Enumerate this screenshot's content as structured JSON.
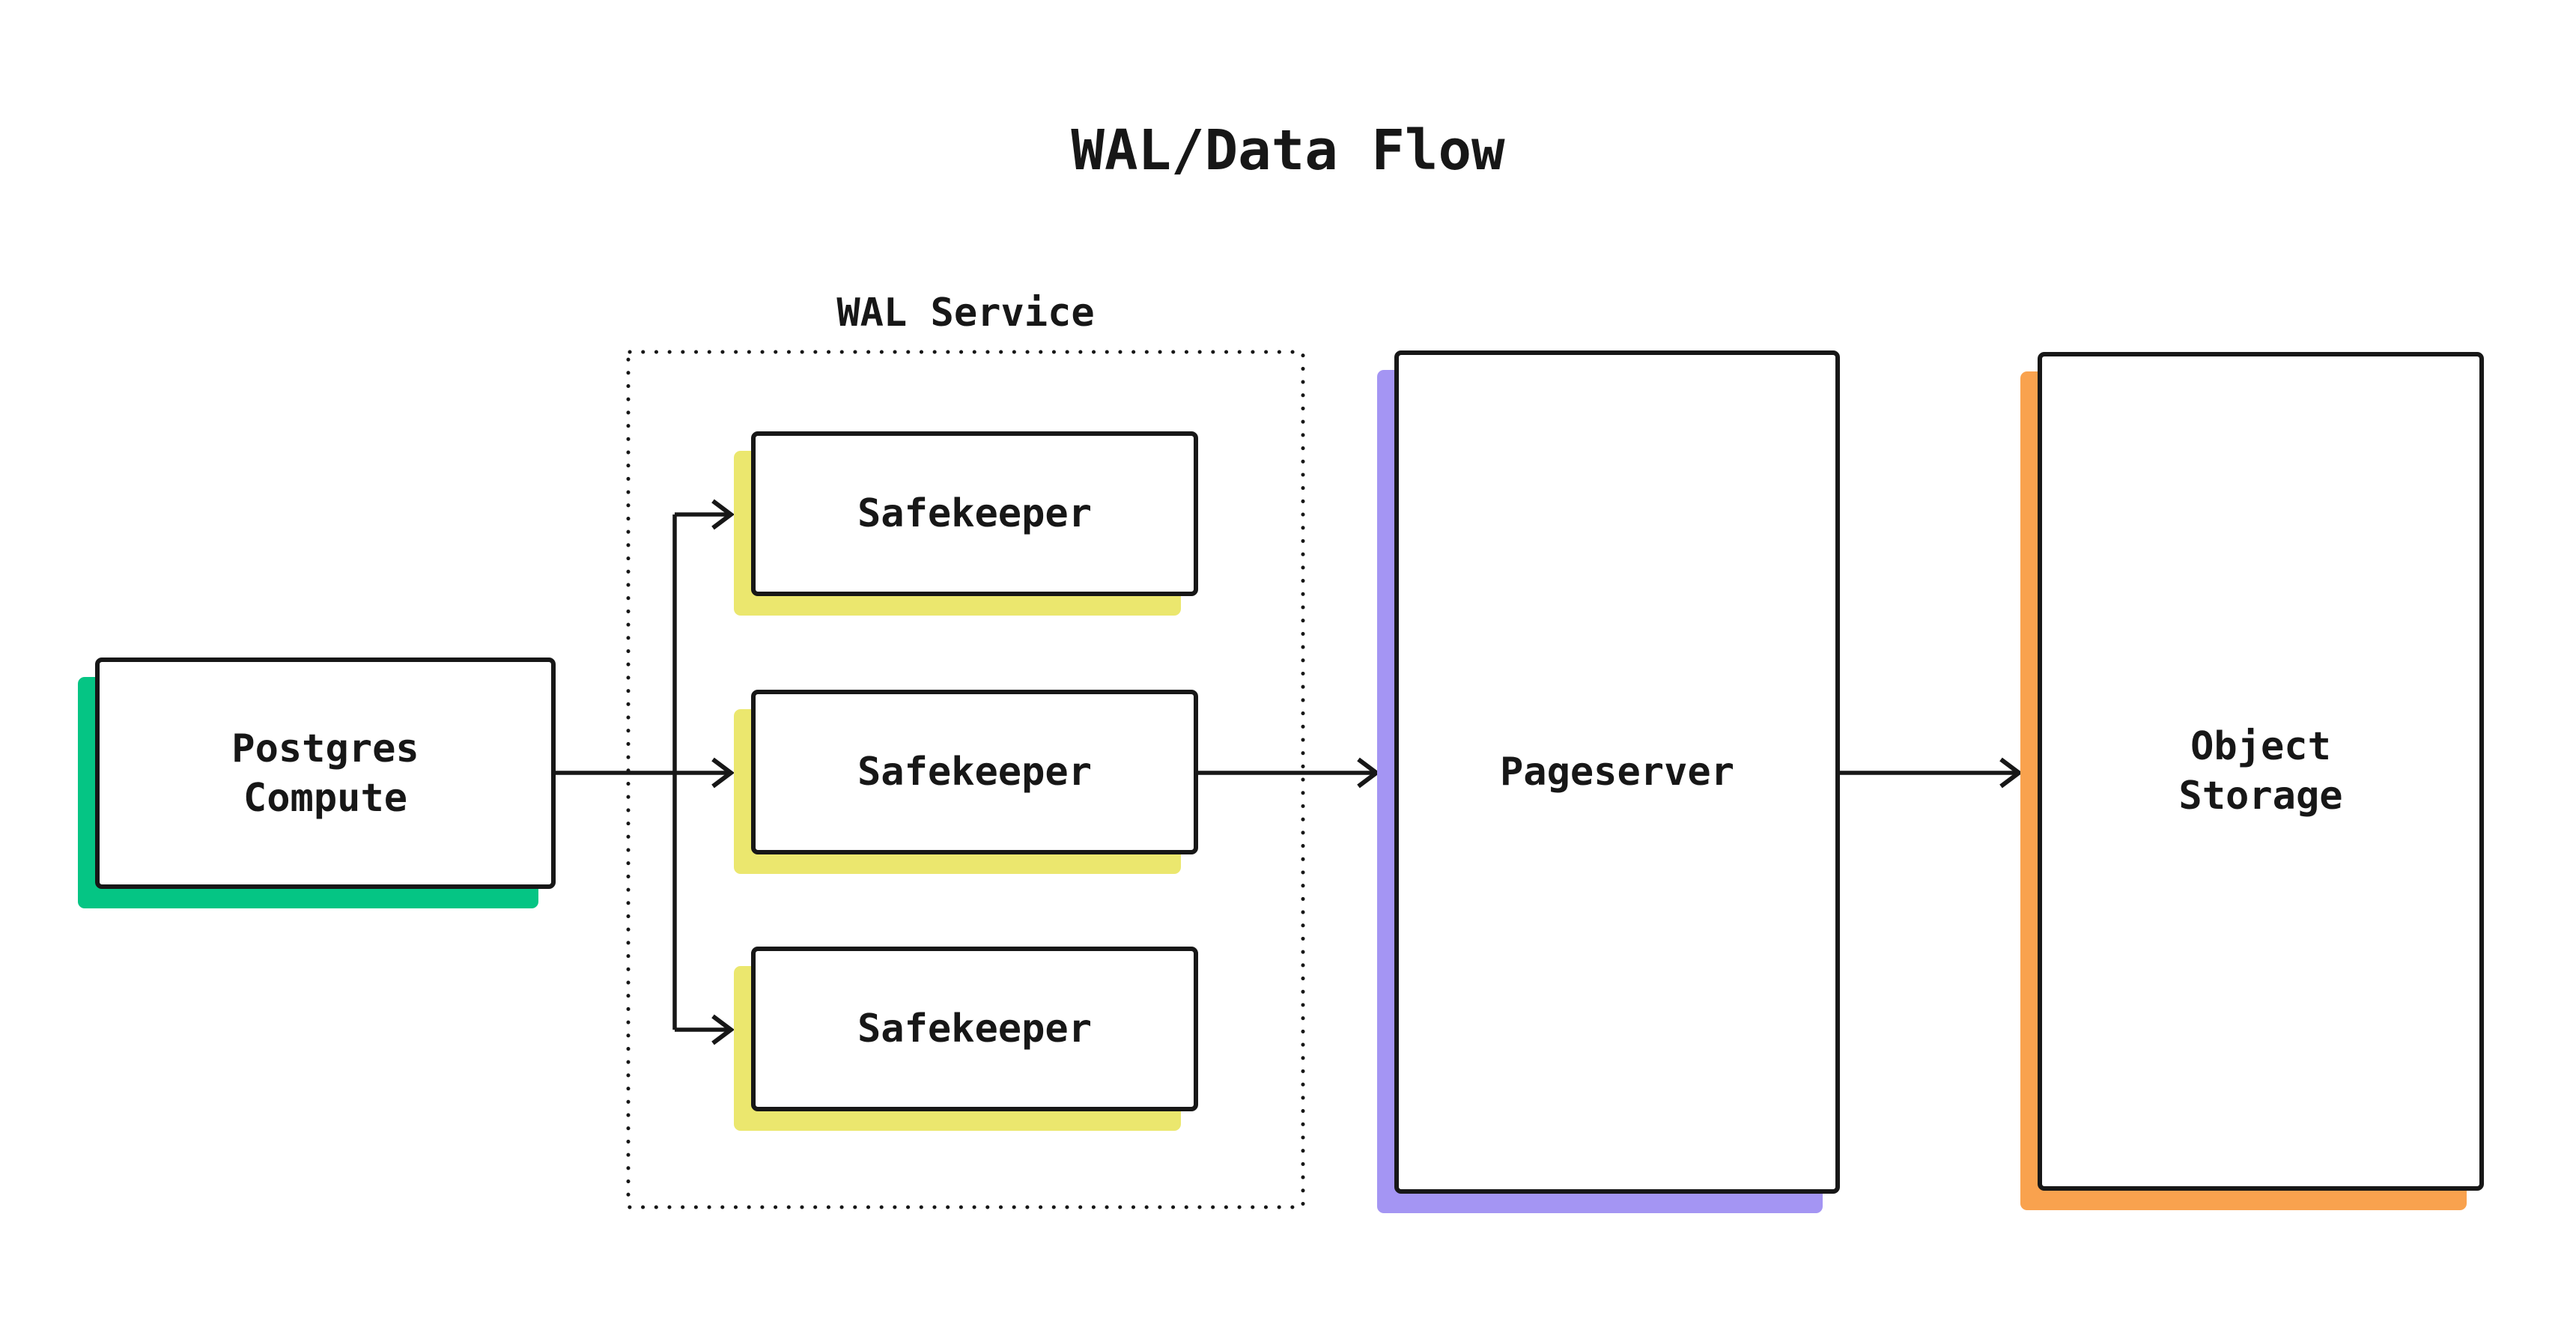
{
  "title": "WAL/Data Flow",
  "group": {
    "label": "WAL Service"
  },
  "nodes": {
    "postgres_compute": {
      "label": "Postgres Compute",
      "line1": "Postgres",
      "line2": "Compute"
    },
    "safekeeper_1": {
      "label": "Safekeeper"
    },
    "safekeeper_2": {
      "label": "Safekeeper"
    },
    "safekeeper_3": {
      "label": "Safekeeper"
    },
    "pageserver": {
      "label": "Pageserver"
    },
    "object_storage": {
      "label": "Object Storage",
      "line1": "Object",
      "line2": "Storage"
    }
  },
  "colors": {
    "background": "#ffffff",
    "node_fill": "#ffffff",
    "ink": "#171717",
    "compute_accent": "#05c584",
    "safekeeper_accent": "#ebe76e",
    "pageserver_accent": "#a495f3",
    "storage_accent": "#f9a24e"
  }
}
